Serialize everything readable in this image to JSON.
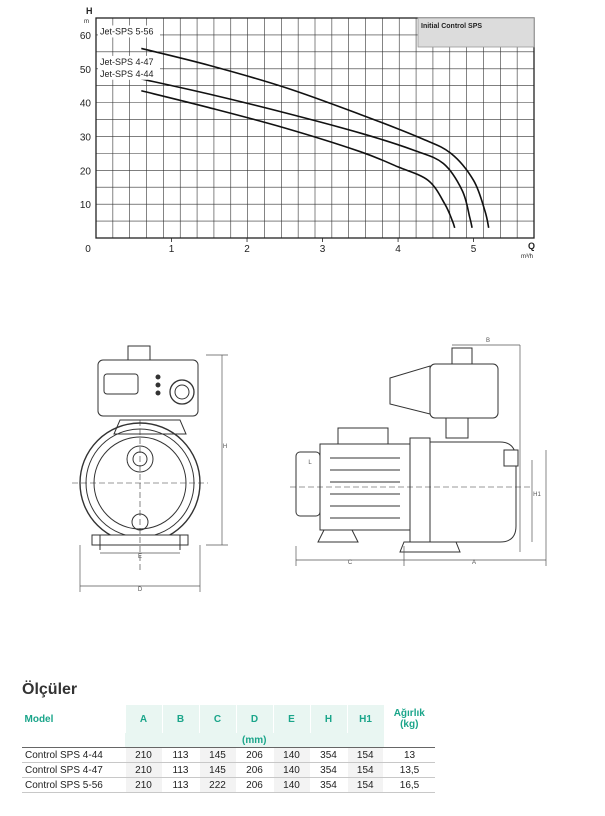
{
  "chart_data": {
    "type": "line",
    "title": "",
    "legend_box_label": "Initial Control SPS",
    "ylabel": "H",
    "yunit": "m",
    "xlabel": "Q",
    "xunit": "m³/h",
    "xlim": [
      0,
      5.8
    ],
    "ylim": [
      0,
      65
    ],
    "x_ticks": [
      "0",
      "1",
      "2",
      "3",
      "4",
      "5"
    ],
    "y_ticks": [
      "10",
      "20",
      "30",
      "40",
      "50",
      "60"
    ],
    "grid": true,
    "series": [
      {
        "name": "Jet-SPS 5-56",
        "x": [
          0.6,
          1.5,
          2.5,
          3.5,
          4.3,
          4.7,
          5.0,
          5.15,
          5.2
        ],
        "y": [
          56,
          51,
          44.5,
          36.5,
          29.5,
          25,
          17,
          8,
          3
        ]
      },
      {
        "name": "Jet-SPS 4-47",
        "x": [
          0.6,
          1.5,
          2.5,
          3.5,
          4.2,
          4.6,
          4.85,
          4.95,
          4.98
        ],
        "y": [
          47,
          42.5,
          37,
          31,
          26,
          22,
          14,
          6,
          3
        ]
      },
      {
        "name": "Jet-SPS 4-44",
        "x": [
          0.6,
          1.5,
          2.5,
          3.5,
          4.0,
          4.4,
          4.62,
          4.72,
          4.75
        ],
        "y": [
          43.5,
          38.5,
          32.5,
          25.5,
          21,
          17,
          10,
          5,
          3
        ]
      }
    ]
  },
  "drawing": {
    "dim_labels": [
      "B",
      "H",
      "E",
      "D",
      "C",
      "A",
      "H1",
      "L"
    ]
  },
  "table": {
    "title": "Ölçüler",
    "model_header": "Model",
    "columns": [
      "A",
      "B",
      "C",
      "D",
      "E",
      "H",
      "H1"
    ],
    "weight_header_line1": "Ağırlık",
    "weight_header_line2": "(kg)",
    "unit": "(mm)",
    "rows": [
      {
        "model": "Control SPS 4-44",
        "values": [
          "210",
          "113",
          "145",
          "206",
          "140",
          "354",
          "154"
        ],
        "weight": "13"
      },
      {
        "model": "Control SPS 4-47",
        "values": [
          "210",
          "113",
          "145",
          "206",
          "140",
          "354",
          "154"
        ],
        "weight": "13,5"
      },
      {
        "model": "Control SPS 5-56",
        "values": [
          "210",
          "113",
          "222",
          "206",
          "140",
          "354",
          "154"
        ],
        "weight": "16,5"
      }
    ]
  }
}
